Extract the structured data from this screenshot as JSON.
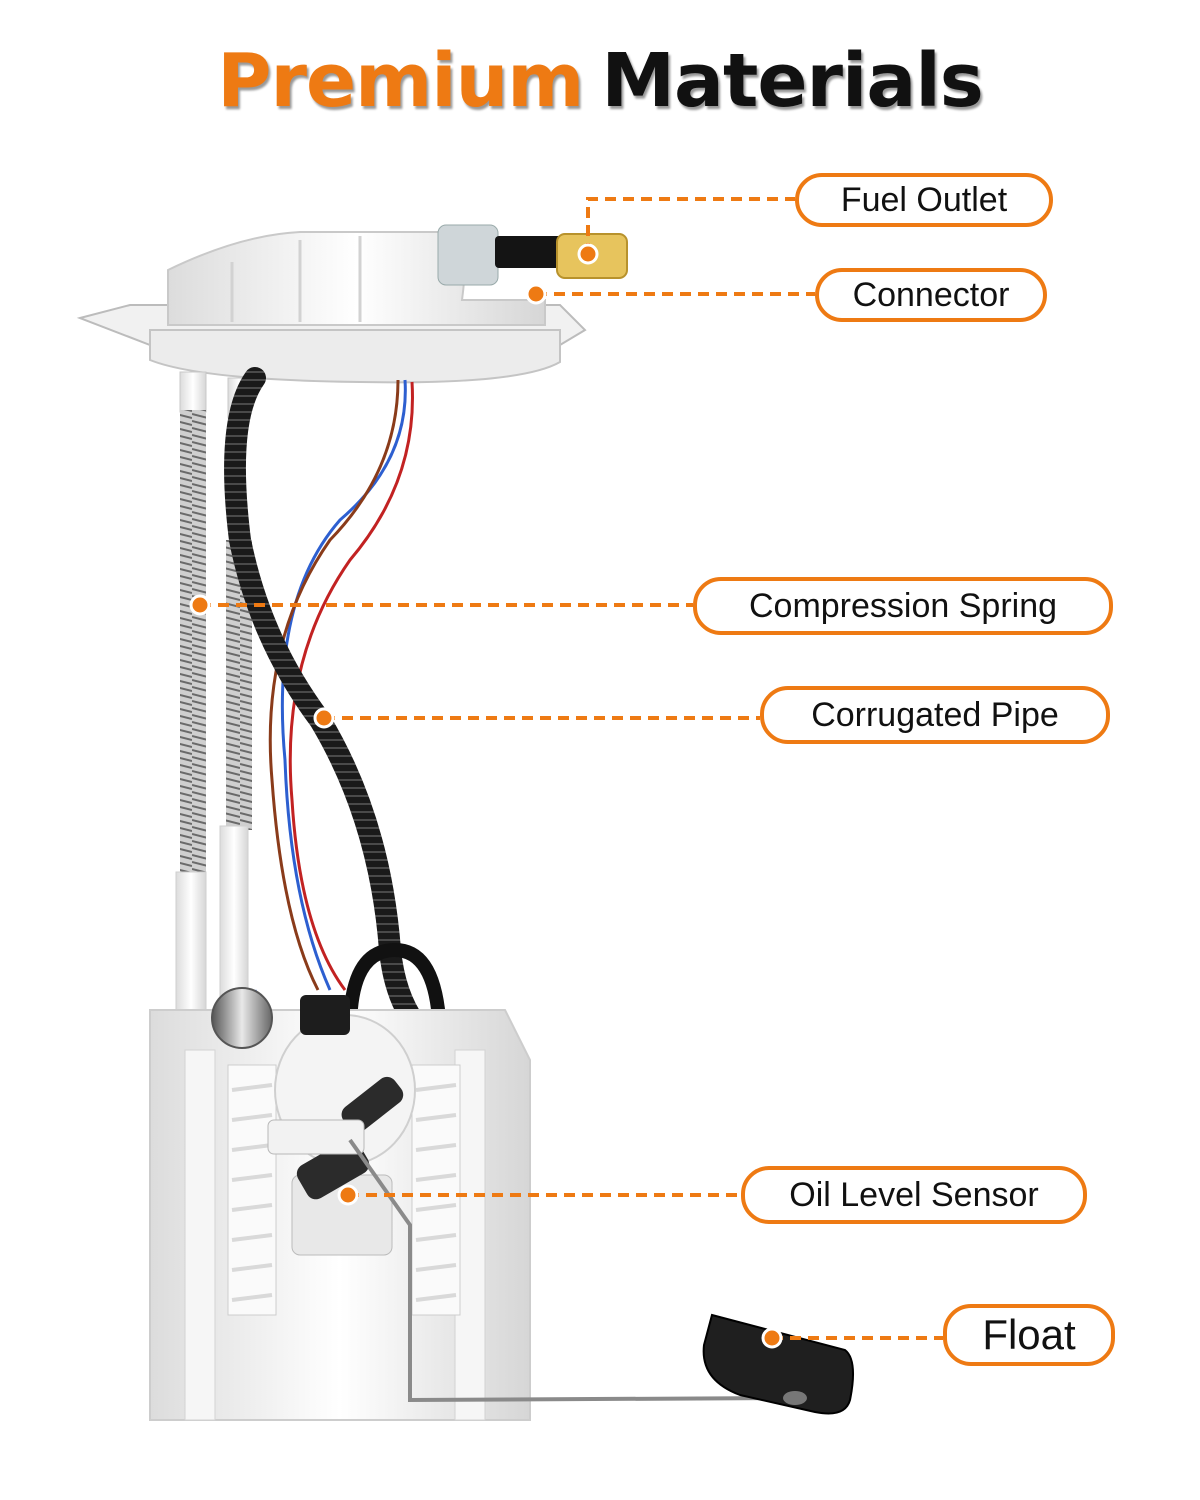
{
  "title": {
    "word1": "Premium",
    "word2": "Materials"
  },
  "colors": {
    "accent": "#ee7a13",
    "text": "#111111",
    "background": "#ffffff"
  },
  "callouts": [
    {
      "id": "fuel-outlet",
      "label": "Fuel Outlet"
    },
    {
      "id": "connector",
      "label": "Connector"
    },
    {
      "id": "compression-spring",
      "label": "Compression Spring"
    },
    {
      "id": "corrugated-pipe",
      "label": "Corrugated Pipe"
    },
    {
      "id": "oil-level-sensor",
      "label": "Oil Level Sensor"
    },
    {
      "id": "float",
      "label": "Float"
    }
  ]
}
